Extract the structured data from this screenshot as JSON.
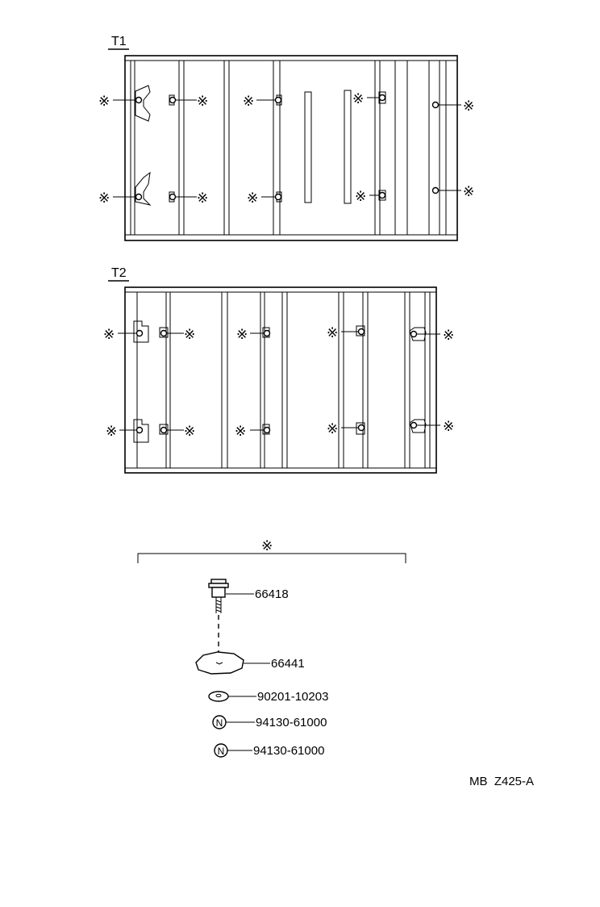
{
  "diagram": {
    "mark_symbol": "※",
    "view_t1_label": "T1",
    "view_t2_label": "T2",
    "parts": [
      {
        "number": "66418"
      },
      {
        "number": "66441"
      },
      {
        "number": "90201-10203"
      },
      {
        "number": "94130-61000",
        "symbol": "N"
      },
      {
        "number": "94130-61000",
        "symbol": "N"
      }
    ],
    "drawing_code": "MB  Z425-A"
  }
}
